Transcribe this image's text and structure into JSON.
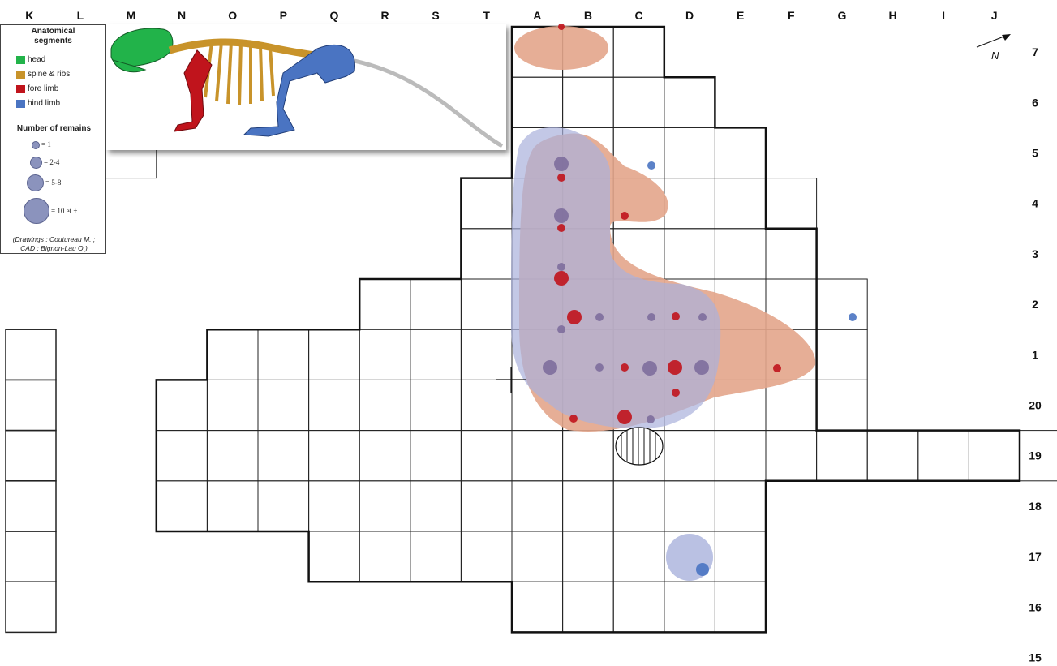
{
  "column_letters": [
    "K",
    "L",
    "M",
    "N",
    "O",
    "P",
    "Q",
    "R",
    "S",
    "T",
    "A",
    "B",
    "C",
    "D",
    "E",
    "F",
    "G",
    "H",
    "I",
    "J"
  ],
  "row_labels": [
    "7",
    "6",
    "5",
    "4",
    "3",
    "2",
    "1",
    "20",
    "19",
    "18",
    "17",
    "16",
    "15"
  ],
  "north_label": "N",
  "legend": {
    "segments_title_line1": "Anatomical",
    "segments_title_line2": "segments",
    "segments": [
      {
        "label": "head",
        "color": "#22b34a"
      },
      {
        "label": "spine & ribs",
        "color": "#c8932a"
      },
      {
        "label": "fore limb",
        "color": "#c0141c"
      },
      {
        "label": "hind limb",
        "color": "#4a74c2"
      }
    ],
    "remains_title": "Number of remains",
    "remains_sizes": [
      "= 1",
      "= 2-4",
      "= 5-8",
      "= 10 et +"
    ],
    "credit_line1": "(Drawings : Coutureau M. ;",
    "credit_line2": "CAD : Bignon-Lau O.)"
  },
  "colors": {
    "grid_line": "#222222",
    "fore_limb_zone": "#e3a58b",
    "hind_limb_zone": "#a9b1dc",
    "fore_limb_point": "#c0141c",
    "hind_limb_point": "#4a74c2",
    "overlap_point": "#7a6a9a"
  }
}
